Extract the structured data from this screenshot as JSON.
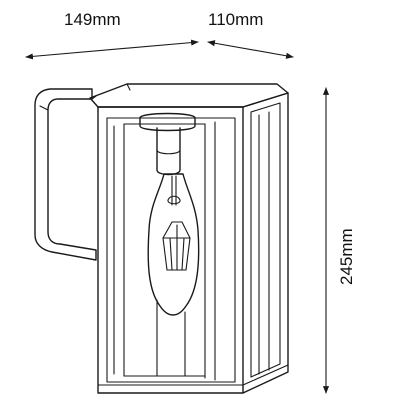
{
  "dimensions": {
    "width_label": "149mm",
    "depth_label": "110mm",
    "height_label": "245mm"
  },
  "colors": {
    "line": "#1a1a1a",
    "background": "#ffffff"
  }
}
